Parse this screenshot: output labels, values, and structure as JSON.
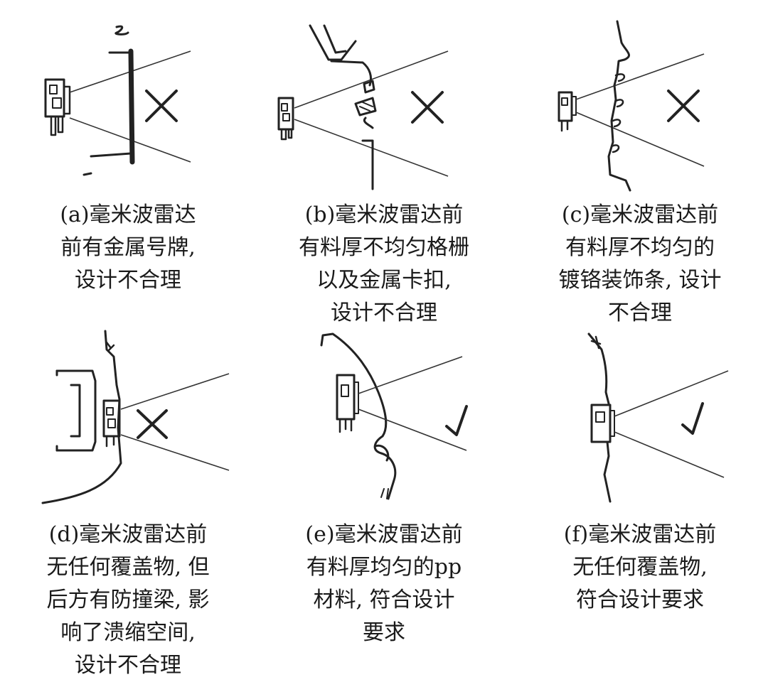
{
  "panels": [
    {
      "id": "a",
      "verdict": "incorrect",
      "caption": [
        "(a)毫米波雷达",
        "前有金属号牌,",
        "设计不合理"
      ]
    },
    {
      "id": "b",
      "verdict": "incorrect",
      "caption": [
        "(b)毫米波雷达前",
        "有料厚不均匀格栅",
        "以及金属卡扣,",
        "设计不合理"
      ]
    },
    {
      "id": "c",
      "verdict": "incorrect",
      "caption": [
        "(c)毫米波雷达前",
        "有料厚不均匀的",
        "镀铬装饰条, 设计",
        "不合理"
      ]
    },
    {
      "id": "d",
      "verdict": "incorrect",
      "caption": [
        "(d)毫米波雷达前",
        "无任何覆盖物, 但",
        "后方有防撞梁, 影",
        "响了溃缩空间,",
        "设计不合理"
      ]
    },
    {
      "id": "e",
      "verdict": "correct",
      "caption": [
        "(e)毫米波雷达前",
        "有料厚均匀的pp",
        "材料, 符合设计",
        "要求"
      ]
    },
    {
      "id": "f",
      "verdict": "correct",
      "caption": [
        "(f)毫米波雷达前",
        "无任何覆盖物,",
        "符合设计要求"
      ]
    }
  ],
  "icons": {
    "incorrect": "cross-mark-icon",
    "correct": "check-mark-icon"
  },
  "colors": {
    "line": "#222222",
    "background": "#ffffff"
  }
}
